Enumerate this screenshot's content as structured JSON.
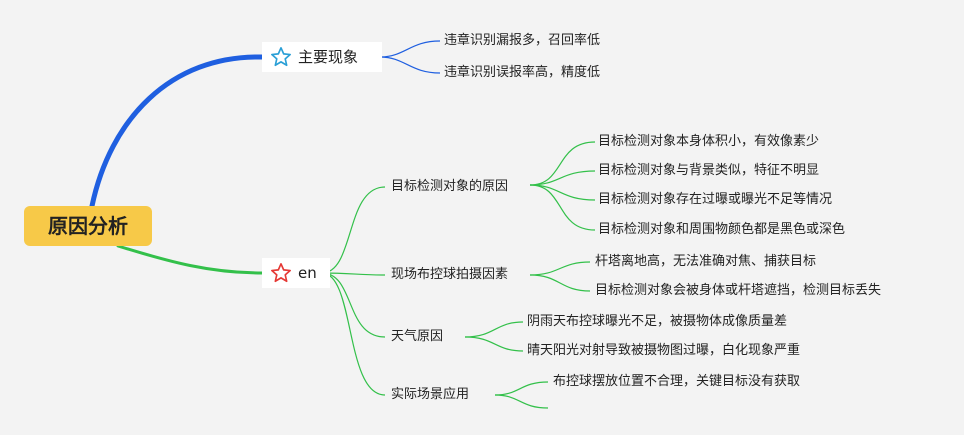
{
  "root": {
    "label": "原因分析"
  },
  "branches": [
    {
      "label": "主要现象",
      "icon": "star-outline-blue-icon",
      "color": "#1f5fe0",
      "items": [
        "违章识别漏报多，召回率低",
        "违章识别误报率高，精度低"
      ]
    },
    {
      "label": "en",
      "icon": "star-outline-red-icon",
      "color": "#33c04a",
      "groups": [
        {
          "label": "目标检测对象的原因",
          "items": [
            "目标检测对象本身体积小，有效像素少",
            "目标检测对象与背景类似，特征不明显",
            "目标检测对象存在过曝或曝光不足等情况",
            "目标检测对象和周围物颜色都是黑色或深色"
          ]
        },
        {
          "label": "现场布控球拍摄因素",
          "items": [
            "杆塔离地高，无法准确对焦、捕获目标",
            "目标检测对象会被身体或杆塔遮挡，检测目标丢失"
          ]
        },
        {
          "label": "天气原因",
          "items": [
            "阴雨天布控球曝光不足，被摄物体成像质量差",
            "晴天阳光对射导致被摄物图过曝，白化现象严重"
          ]
        },
        {
          "label": "实际场景应用",
          "items": [
            "布控球摆放位置不合理，关键目标没有获取"
          ]
        }
      ]
    }
  ]
}
